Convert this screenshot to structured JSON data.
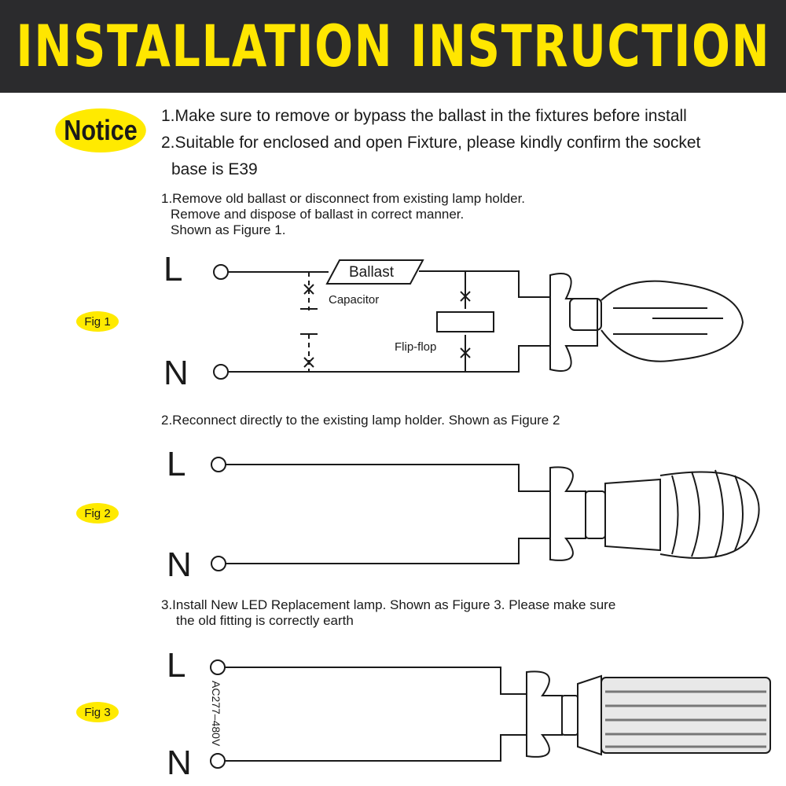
{
  "title": "INSTALLATION INSTRUCTION",
  "notice": {
    "label": "Notice",
    "lines": [
      "1.Make sure to remove or bypass the ballast in the fixtures before install",
      "2.Suitable for enclosed and open Fixture, please kindly confirm the socket",
      "base is E39"
    ]
  },
  "steps": [
    {
      "lines": [
        "1.Remove old ballast or disconnect from existing lamp holder.",
        "Remove and dispose of ballast in correct manner.",
        "Shown as Figure 1."
      ]
    },
    {
      "lines": [
        "2.Reconnect directly to the existing lamp holder. Shown as Figure 2"
      ]
    },
    {
      "lines": [
        "3.Install New LED Replacement lamp. Shown as Figure 3. Please make sure",
        "the old fitting is correctly earth"
      ]
    }
  ],
  "figures": [
    {
      "label": "Fig 1",
      "ballast": "Ballast",
      "capacitor": "Capacitor",
      "flipflop": "Flip-flop"
    },
    {
      "label": "Fig 2"
    },
    {
      "label": "Fig 3",
      "voltage": "AC277–480V"
    }
  ],
  "terminals": {
    "live": "L",
    "neutral": "N"
  },
  "colors": {
    "header_bg": "#2b2b2d",
    "accent": "#ffea00"
  }
}
